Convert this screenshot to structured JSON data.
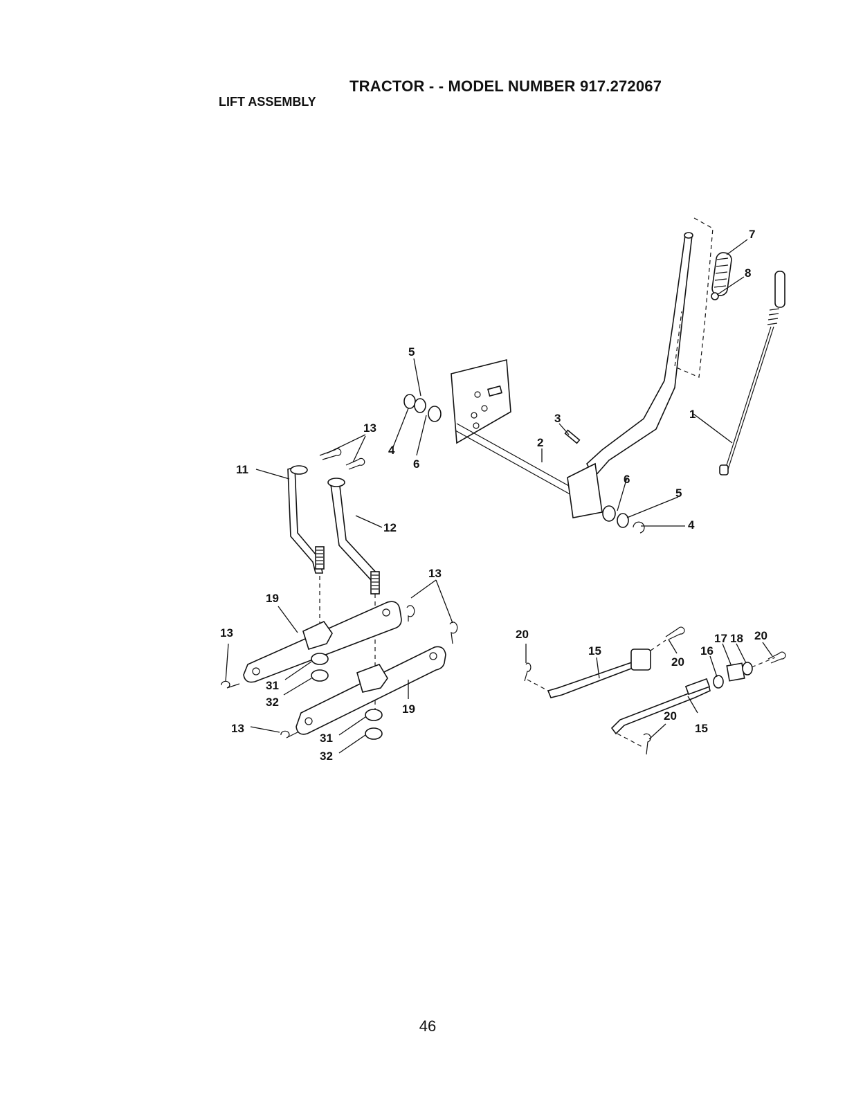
{
  "header": {
    "title": "TRACTOR - - MODEL NUMBER 917.272067",
    "section": "LIFT ASSEMBLY"
  },
  "diagram": {
    "callouts": [
      "7",
      "8",
      "5",
      "13",
      "3",
      "1",
      "4",
      "6",
      "2",
      "11",
      "6",
      "5",
      "4",
      "12",
      "13",
      "19",
      "13",
      "20",
      "15",
      "16",
      "17",
      "18",
      "20",
      "20",
      "31",
      "32",
      "19",
      "13",
      "31",
      "32",
      "20",
      "15"
    ]
  },
  "footer": {
    "page_number": "46"
  }
}
